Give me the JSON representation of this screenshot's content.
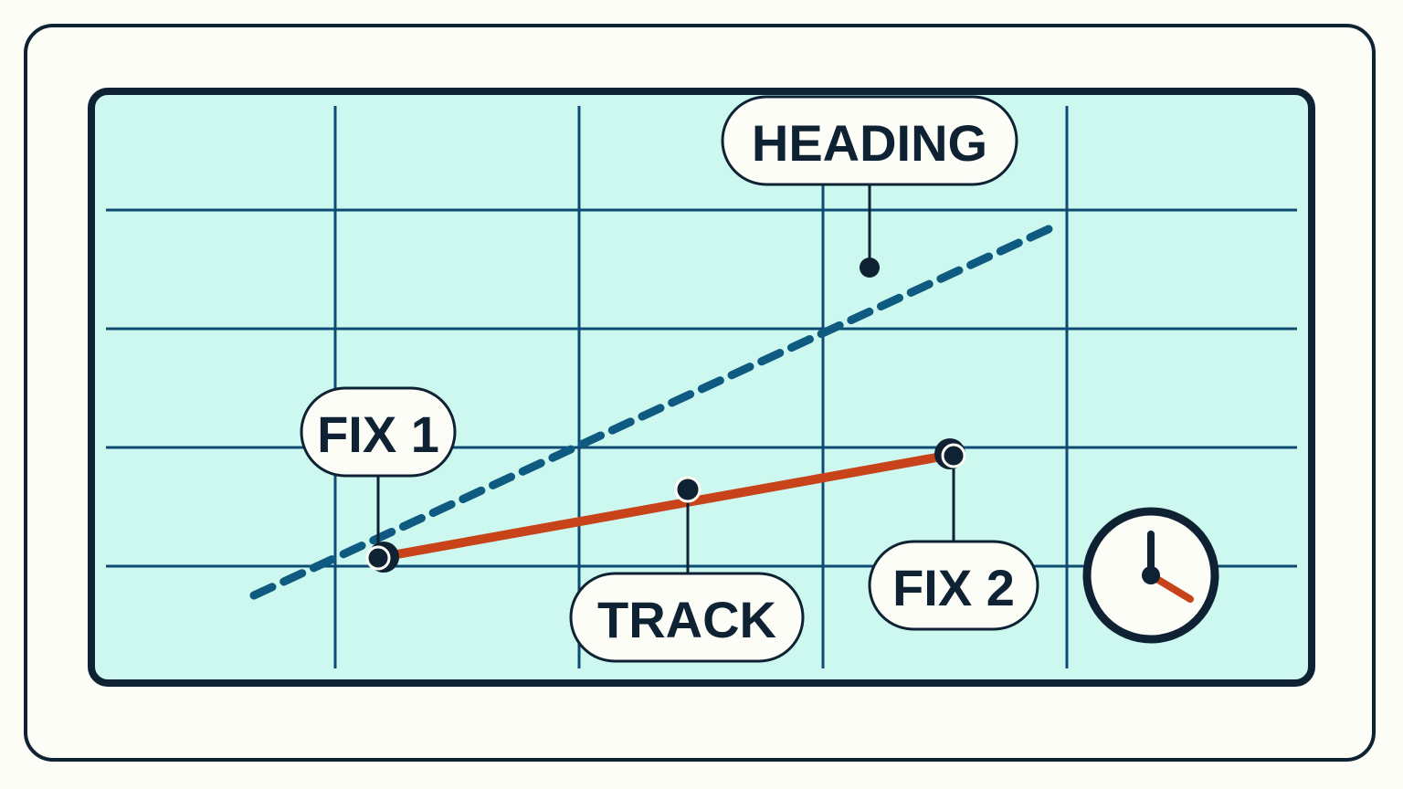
{
  "labels": {
    "heading": "HEADING",
    "fix1": "FIX 1",
    "fix2": "FIX 2",
    "track": "TRACK"
  },
  "icons": {
    "clock": "clock-icon"
  },
  "colors": {
    "screen_fill": "#ccf8f0",
    "grid_line": "#0e4b73",
    "heading_line": "#0e5a80",
    "track_line": "#c8431a",
    "outline": "#0f2233",
    "background": "#fdfdf8"
  }
}
